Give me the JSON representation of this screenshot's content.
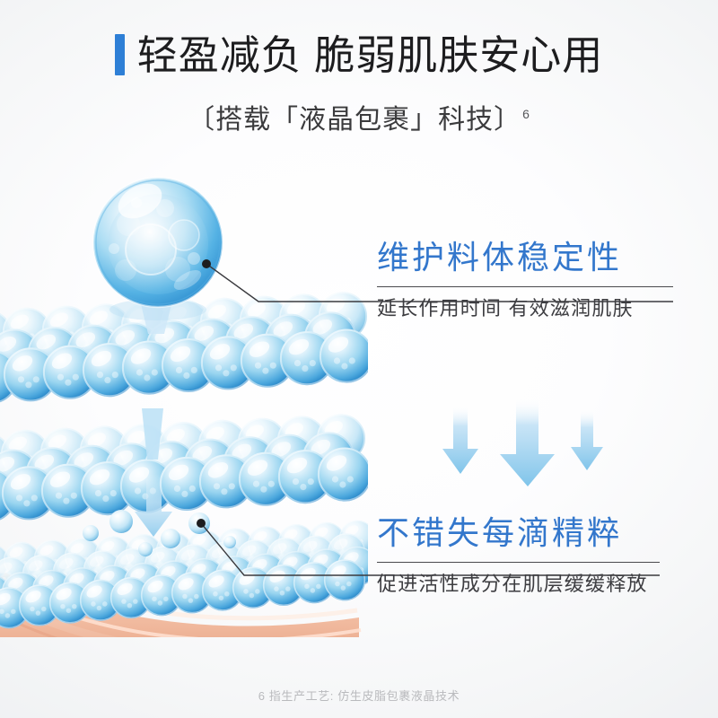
{
  "header": {
    "headline": "轻盈减负 脆弱肌肤安心用",
    "subtitle_text": "〔搭载「液晶包裹」科技〕",
    "subtitle_superscript": "6",
    "accent_color": "#2e7fd6"
  },
  "callouts": [
    {
      "title": "维护料体稳定性",
      "subtitle": "延长作用时间 有效滋润肌肤",
      "title_color": "#3377cc"
    },
    {
      "title": "不错失每滴精粹",
      "subtitle": "促进活性成分在肌层缓缓释放",
      "title_color": "#3377cc"
    }
  ],
  "footnote": {
    "text": "6 指生产工艺: 仿生皮脂包裹液晶技术"
  },
  "illustration": {
    "sphere_color": "#3f9fe0",
    "sphere_highlight": "#eaf6fd",
    "arrow_color": "#9ed2ef",
    "skin_color": "#f0b79c",
    "leader_line_color": "#3a3a3e",
    "alt": "液晶包裹球体分层渗透示意图"
  }
}
